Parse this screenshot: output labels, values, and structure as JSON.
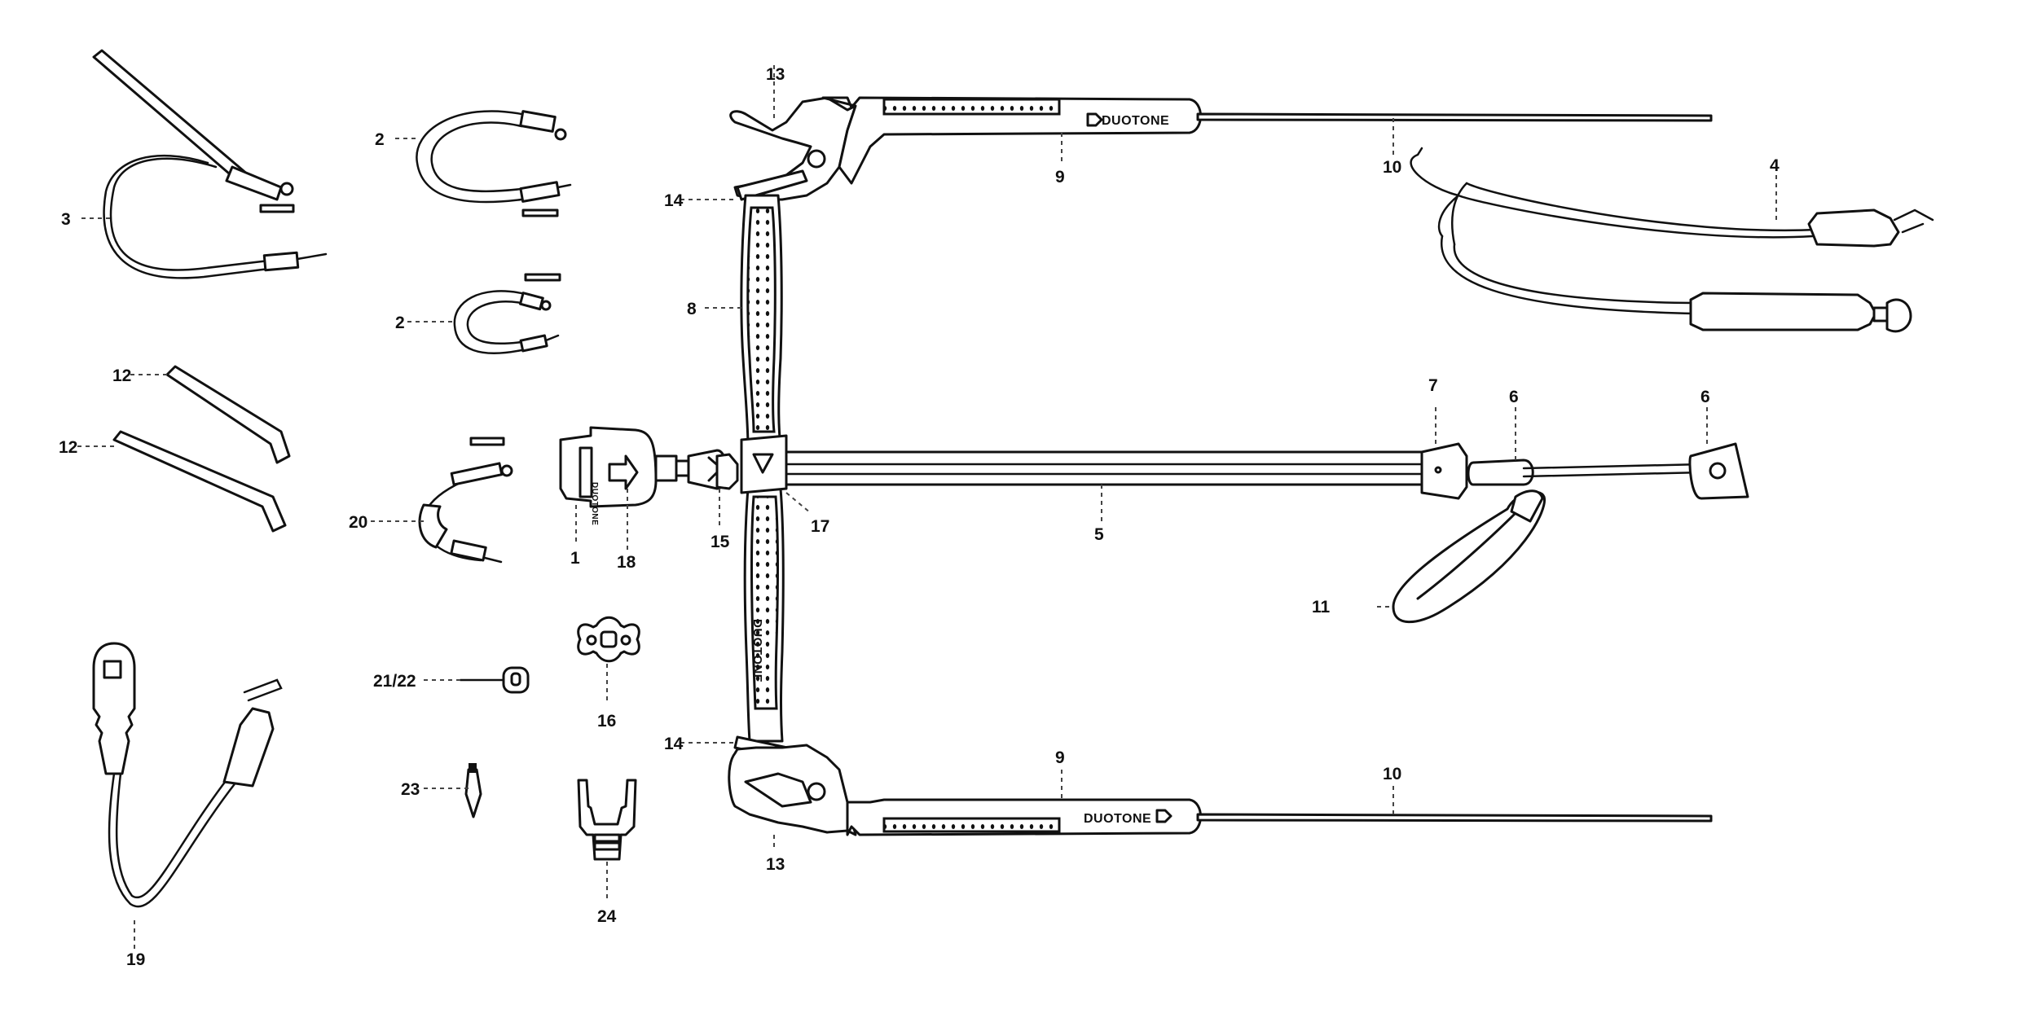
{
  "brand": {
    "logo_text": "DUOTONE"
  },
  "callouts": {
    "c1": "1",
    "c2a": "2",
    "c2b": "2",
    "c3": "3",
    "c4": "4",
    "c5": "5",
    "c6a": "6",
    "c6b": "6",
    "c7": "7",
    "c8": "8",
    "c9a": "9",
    "c9b": "9",
    "c10a": "10",
    "c10b": "10",
    "c11": "11",
    "c12a": "12",
    "c12b": "12",
    "c13a": "13",
    "c13b": "13",
    "c14a": "14",
    "c14b": "14",
    "c15": "15",
    "c16": "16",
    "c17": "17",
    "c18": "18",
    "c19": "19",
    "c20": "20",
    "c2122": "21/22",
    "c23": "23",
    "c24": "24"
  }
}
